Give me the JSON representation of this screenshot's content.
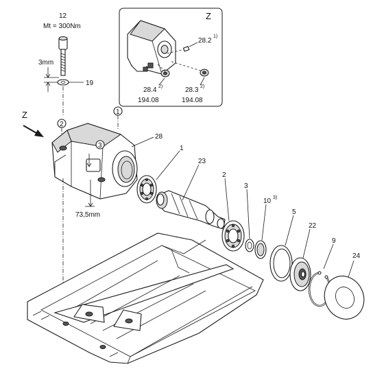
{
  "detail": {
    "letter": "Z",
    "l_282": "28.2",
    "l_282_sup": "1)",
    "l_284": "28.4",
    "l_284_sup": "2)",
    "l_283": "28.3",
    "l_283_sup": "2)",
    "l_19408a": "194.08",
    "l_19408b": "194.08"
  },
  "main": {
    "view_letter": "Z",
    "l_12": "12",
    "torque": "Mt = 300Nm",
    "gap": "3mm",
    "l_19": "19",
    "circle_1": "1",
    "circle_2": "2",
    "circle_3": "3",
    "l_28": "28",
    "l_1": "1",
    "l_23": "23",
    "l_2": "2",
    "l_3": "3",
    "l_10": "10",
    "l_10_sup": "3)",
    "l_5": "5",
    "l_22": "22",
    "l_9": "9",
    "l_24": "24",
    "dimension": "73,5mm"
  }
}
